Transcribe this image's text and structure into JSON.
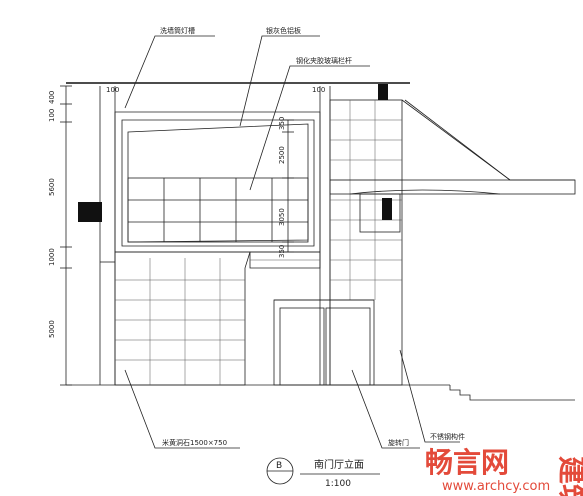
{
  "annotations": {
    "light_trough": "洗墙筒灯槽",
    "aluminum_panel": "银灰色铝板",
    "glass_railing": "钢化夹胶玻璃栏杆",
    "travertine": "米黄洞石1500×750",
    "revolving_door": "旋转门",
    "stainless_plate": "不锈钢构件"
  },
  "dimensions": {
    "top_left_1": "100",
    "top_left_2": "100",
    "left_a": "400",
    "left_b": "100",
    "left_c": "5600",
    "left_d": "1000",
    "left_e": "5000",
    "inner_a": "350",
    "inner_b": "2500",
    "inner_c": "3050",
    "inner_d": "350"
  },
  "title_block": {
    "marker": "B",
    "title": "南门厅立面",
    "scale": "1:100"
  },
  "watermark": {
    "name": "畅言网",
    "side": "建筑",
    "url": "www.archcy.com",
    "color": "#e34a3a"
  }
}
